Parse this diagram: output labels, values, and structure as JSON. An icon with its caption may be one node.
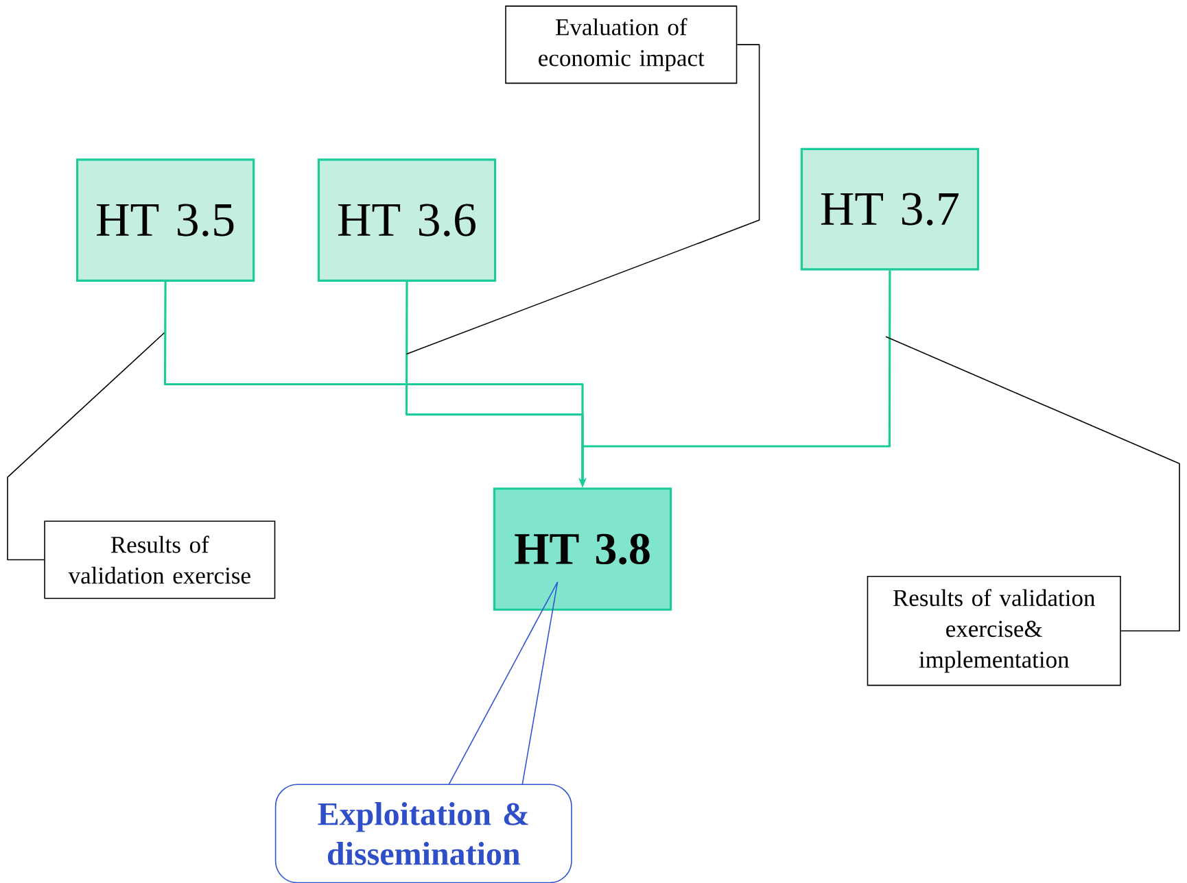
{
  "diagram": {
    "nodes": [
      {
        "text": [
          "Evaluation of economic impact"
        ]
      },
      {
        "text": [
          "HT 3.5"
        ]
      },
      {
        "text": [
          "HT 3.6"
        ]
      },
      {
        "text": [
          "HT 3.7"
        ]
      },
      {
        "text": [
          "Results of validation exercise"
        ]
      },
      {
        "text": [
          "HT 3.8"
        ]
      },
      {
        "text": [
          "Results of validation exercise& implementation"
        ]
      },
      {
        "text": [
          "Exploitation & dissemination"
        ]
      }
    ],
    "edges": [
      {
        "from": 1,
        "to": 5,
        "arrow": "to",
        "color": "#19cc99"
      },
      {
        "from": 2,
        "to": 5,
        "arrow": "to",
        "color": "#19cc99"
      },
      {
        "from": 3,
        "to": 5,
        "arrow": "to",
        "color": "#19cc99"
      },
      {
        "from": 0,
        "to": null,
        "arrow": "none",
        "color": "#000000"
      },
      {
        "from": 4,
        "to": null,
        "arrow": "none",
        "color": "#000000"
      },
      {
        "from": 6,
        "to": null,
        "arrow": "none",
        "color": "#000000"
      },
      {
        "from": 7,
        "to": 5,
        "arrow": "none",
        "color": "#2f55d4"
      }
    ]
  }
}
